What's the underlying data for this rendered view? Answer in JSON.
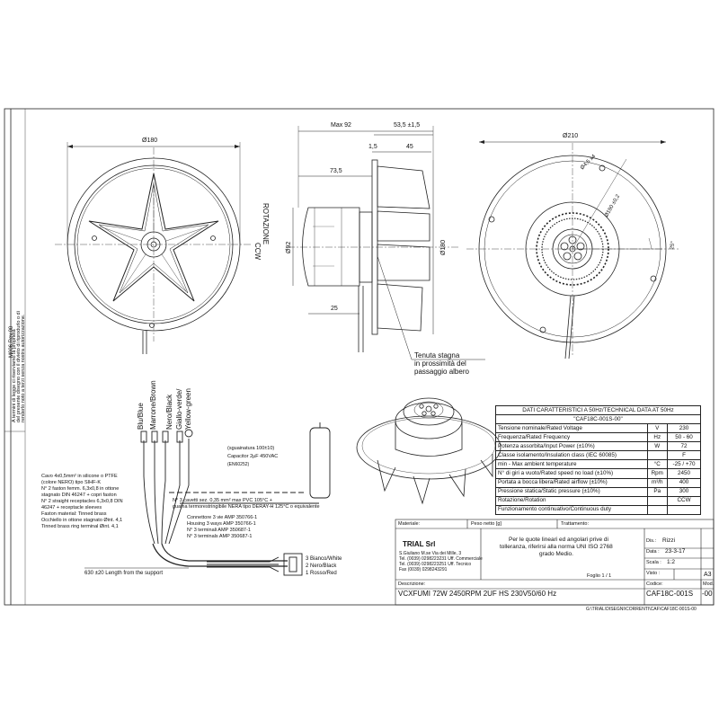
{
  "side_note": {
    "doc_code": "M006.Rev.00",
    "rights": [
      "A termini di legge ci riserviamo la proprietà",
      "del presente disegno con il divieto di riprodurlo o di",
      "renderlo noto a terzi senza nostra autorizzazione."
    ]
  },
  "dimensions": {
    "front_diameter": "Ø180",
    "max_length": "Max 92",
    "offset_53_5": "53,5 ±1,5",
    "d_1_5": "1,5",
    "d_45": "45",
    "d_73_5": "73,5",
    "d_25": "25",
    "motor_diameter": "Ø92",
    "side_diameter_180": "Ø180",
    "rear_diameter": "Ø210",
    "hole_spec": "Ø4,5 x4",
    "bolt_circle": "Ø190 ±0,2",
    "angle": "25°"
  },
  "rotation": {
    "line1": "ROTAZIONE",
    "line2": "CCW"
  },
  "seal_note": [
    "Tenuta stagna",
    "in prossimità del",
    "passaggio albero"
  ],
  "wires": {
    "blue": "Blu/Blue",
    "brown": "Marrone/Brown",
    "black": "Nero/Black",
    "yellow_green": [
      "Giallo-verde/",
      "Yellow-green"
    ]
  },
  "capacitor": {
    "sheath": "(sguainatura 100±10)",
    "spec": "Capacitor 2µF 450VAC",
    "standard": "(EN60252)"
  },
  "cable_note": [
    "Cavo 4x0,5mm² in silicone o PTFE",
    "(colore NERO) tipo SIHF-K",
    "N° 2 faston femm. 6,3x0,8 in ottone",
    "stagnato DIN 46247 + copri faston",
    "N° 2 straight receptacles 6,3x0,8 DIN",
    "46247 + receptacle sleeves",
    "Faston material: Tinned brass",
    "Occhiello in ottone stagnato Øint. 4,1",
    "Tinned brass ring terminal Øint. 4,1"
  ],
  "wire_note": [
    "N° 3 cavetti sez. 0,35 mm² max PVC 105°C +",
    "guaina termorestringibile NERA tipo DERAY-H 125°C o equivalente"
  ],
  "connector_note": [
    "Connettore 3 vie AMP 350766-1",
    "Housing 3 ways AMP 350766-1",
    "N° 3 terminali AMP 350687-1",
    "N° 3 terminals AMP 350687-1"
  ],
  "pinout": [
    "3 Bianco/White",
    "2 Nero/Black",
    "1 Rosso/Red"
  ],
  "length_note": "630 ±20 Length from the support",
  "tech_table": {
    "header1": "DATI CARATTERISTICI A 50Hz/TECHNICAL DATA AT 50Hz",
    "header2": "\"CAF18C-001S-00\"",
    "rows": [
      {
        "label": "Tensione  nominale/Rated Voltage",
        "unit": "V",
        "value": "230"
      },
      {
        "label": "Frequenza/Rated Frequency",
        "unit": "Hz",
        "value": "50 - 60"
      },
      {
        "label": "Potenza assorbita/Input Power (±10%)",
        "unit": "W",
        "value": "72"
      },
      {
        "label": "Classe isolamento/Insulation class (IEC 60085)",
        "unit": "",
        "value": "F"
      },
      {
        "label": "min - Max ambient temperature",
        "unit": "°C",
        "value": "-25 / +70"
      },
      {
        "label": "N° di giri a vuoto/Rated speed no load (±10%)",
        "unit": "Rpm",
        "value": "2450"
      },
      {
        "label": "Portata a bocca libera/Rated airflow (±10%)",
        "unit": "m³/h",
        "value": "400"
      },
      {
        "label": "Pressione statica/Static pressure (±10%)",
        "unit": "Pa",
        "value": "300"
      },
      {
        "label": "Rotazione/Rotation",
        "unit": "",
        "value": "CCW"
      },
      {
        "label": "Funzionamento continuativo/Continuous duty",
        "unit": "",
        "value": ""
      }
    ]
  },
  "title_block": {
    "materiale": "Materiale:",
    "peso": "Peso netto [g]",
    "trattamento": "Trattamento:",
    "company": "TRIAL Srl",
    "address": "S.Giuliano M.se Via dei Mille, 3",
    "phones": [
      "Tel. (0039) 0298223231 Uff. Commerciale",
      "Tel. (0039) 0298223251 Uff. Tecnico",
      "Fax (0039) 0298243291"
    ],
    "tolerance": [
      "Per le quote lineari ed angolari prive di",
      "tolleranza, riferirsi alla norma UNI ISO 2768",
      "grado Medio."
    ],
    "dis_label": "Dis.:",
    "dis_value": "Rizzi",
    "date_label": "Data :",
    "date_value": "23-3-17",
    "scale_label": "Scala :",
    "scale_value": "1:2",
    "visto_label": "Visto :",
    "sheet": "Foglio  1  /  1",
    "format": "A3",
    "descr_label": "Descrizione:",
    "description": "VCXFUMI 72W 2450RPM 2UF HS 230V50/60 Hz",
    "code_label": "Codice:",
    "code": "CAF18C-001S",
    "mod_label": "Mod.",
    "mod_value": "-00",
    "path": "G:\\TRIAL\\DISEGNI\\CORRENTI\\CAF\\CAF18C-001S-00"
  }
}
